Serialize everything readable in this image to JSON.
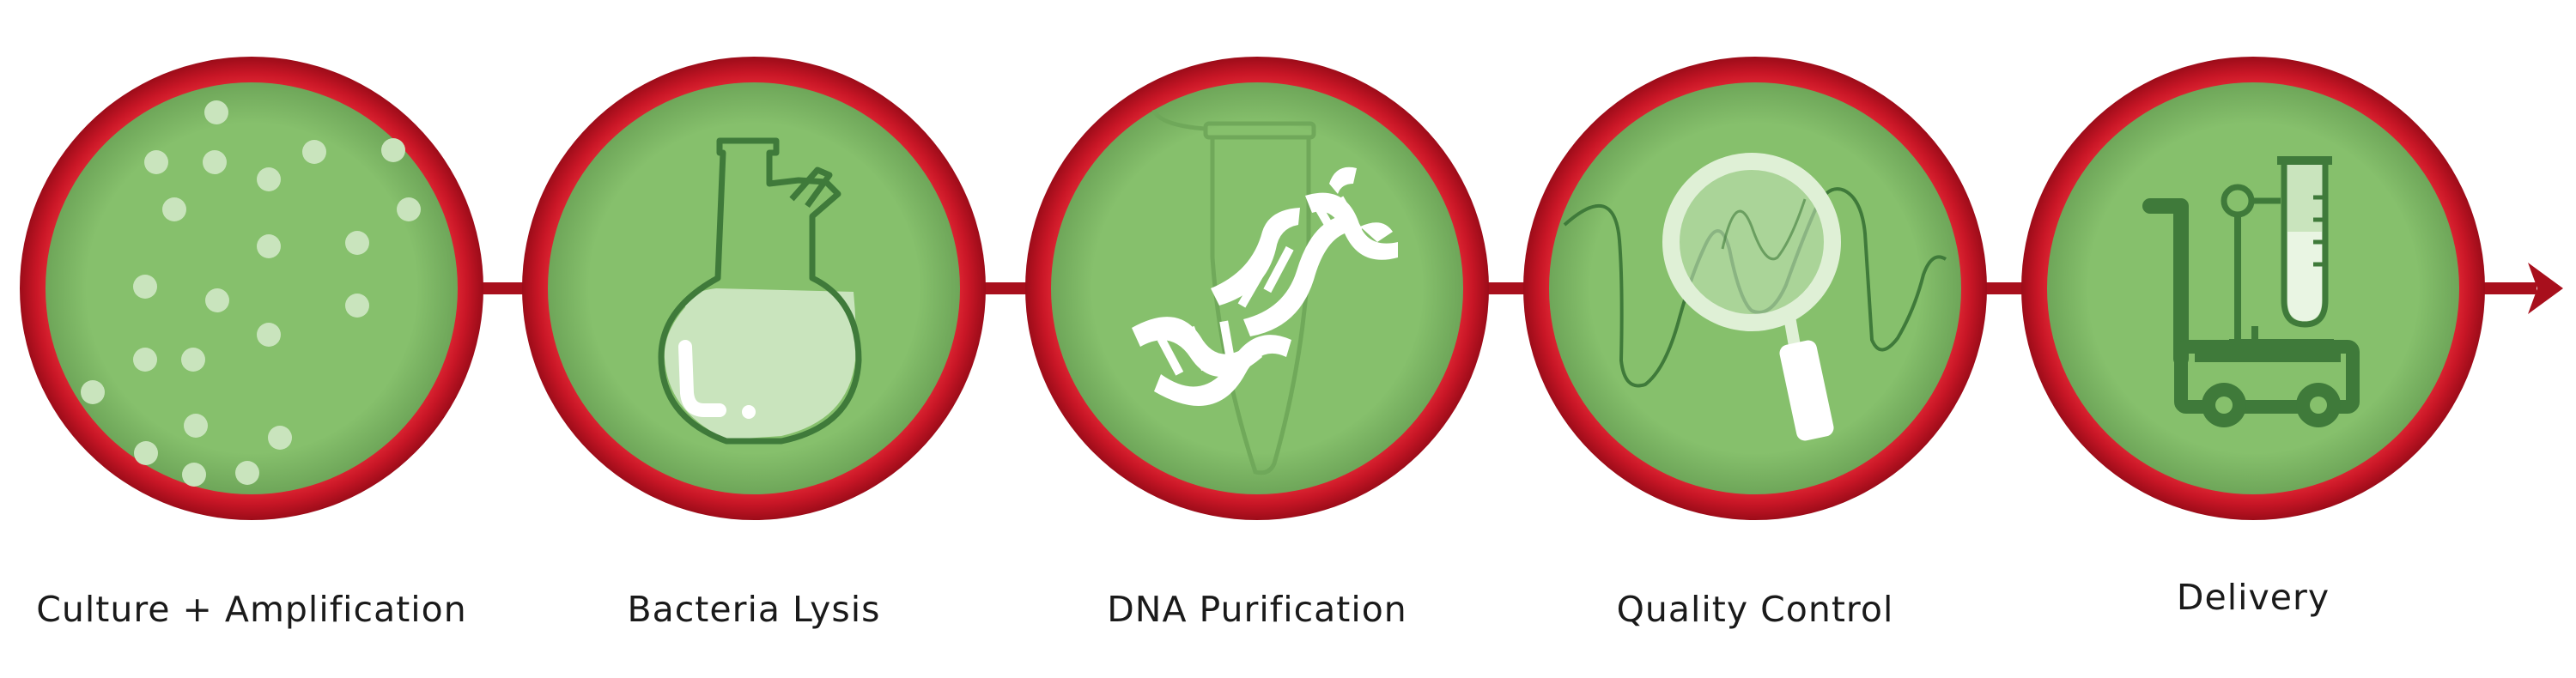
{
  "colors": {
    "ring_dark": "#b3101f",
    "ring_light": "#e52a36",
    "fill": "#86c06c",
    "fill_light": "#c9e4bd",
    "icon_dark": "#3f7a3a",
    "icon_white": "#ffffff",
    "connector": "#a80f1c",
    "label_text": "#1a1a1a"
  },
  "steps": [
    {
      "label": "Culture + Amplification",
      "icon": "bacteria-dots-icon"
    },
    {
      "label": "Bacteria Lysis",
      "icon": "flask-icon"
    },
    {
      "label": "DNA Purification",
      "icon": "dna-tube-icon"
    },
    {
      "label": "Quality Control",
      "icon": "magnifier-wave-icon"
    },
    {
      "label": "Delivery",
      "icon": "cart-test-tube-icon"
    }
  ]
}
